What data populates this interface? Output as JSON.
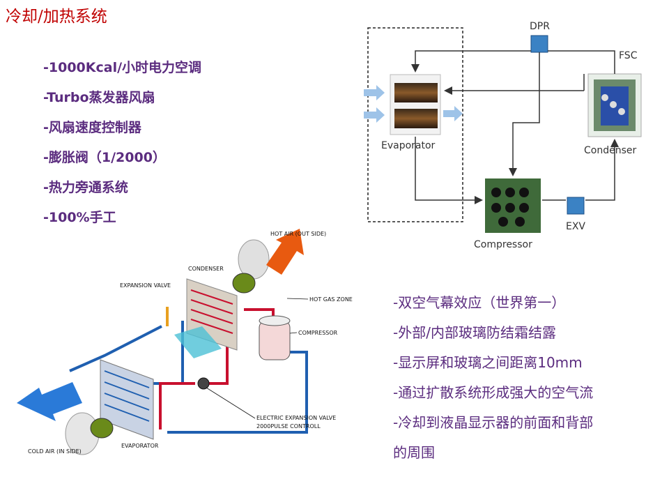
{
  "title": "冷却/加热系统",
  "left_bullets": [
    "-1000Kcal/小时电力空调",
    "-Turbo蒸发器风扇",
    "-风扇速度控制器",
    "-膨胀阀（1/2000）",
    "-热力旁通系统",
    "-100%手工"
  ],
  "right_bullets": [
    "-双空气幕效应（世界第一）",
    "-外部/内部玻璃防结霜结露",
    "-显示屏和玻璃之间距离10mm",
    "-通过扩散系统形成强大的空气流",
    "-冷却到液晶显示器的前面和背部",
    "的周围"
  ],
  "flow_diagram": {
    "evaporator": "Evaporator",
    "condenser": "Condenser",
    "compressor": "Compressor",
    "dpr": "DPR",
    "fsc": "FSC",
    "exv": "EXV"
  },
  "refrigeration_diagram": {
    "hot_air": "HOT AIR (OUT SIDE)",
    "condenser": "CONDENSER",
    "expansion_valve": "EXPANSION VALVE",
    "hot_gas_zone": "HOT GAS ZONE",
    "compressor": "COMPRESSOR",
    "electric_valve_line1": "ELECTRIC EXPANSION VALVE",
    "electric_valve_line2": "2000PULSE CONTROLL",
    "evaporator": "EVAPORATOR",
    "cold_air": "COLD AIR (IN SIDE)"
  },
  "colors": {
    "title": "#c00000",
    "bullet_text": "#5b2c7f",
    "valve_blue": "#3b82c4",
    "hot_pipe": "#c8102e",
    "cold_pipe": "#1f5fb0"
  }
}
